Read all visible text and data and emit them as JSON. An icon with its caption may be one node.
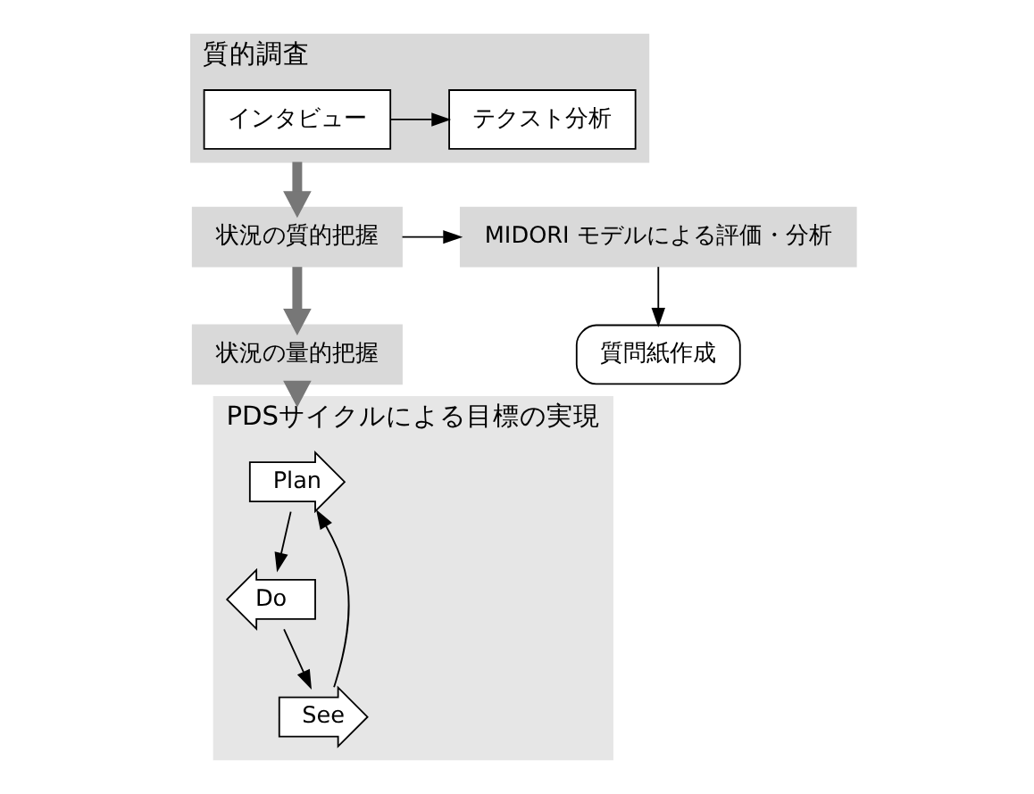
{
  "diagram": {
    "nodes": [
      {
        "text": [
          "質的調査"
        ]
      },
      {
        "text": [
          "インタビュー"
        ],
        "in": 0
      },
      {
        "text": [
          "テクスト分析"
        ],
        "in": 0
      },
      {
        "text": [
          "状況の質的把握"
        ]
      },
      {
        "text": [
          "MIDORI モデルによる評価・分析"
        ]
      },
      {
        "text": [
          "質問紙作成"
        ]
      },
      {
        "text": [
          "状況の量的把握"
        ]
      },
      {
        "text": [
          "PDSサイクルによる目標の実現"
        ]
      },
      {
        "text": [
          "Plan"
        ],
        "in": 7
      },
      {
        "text": [
          "Do"
        ],
        "in": 7
      },
      {
        "text": [
          "See"
        ],
        "in": 7
      }
    ],
    "edges": [
      {
        "from": 1,
        "to": 2,
        "arrow": "to"
      },
      {
        "from": 0,
        "to": 3,
        "arrow": "to",
        "style": "thick",
        "color": "#777777"
      },
      {
        "from": 3,
        "to": 4,
        "arrow": "to"
      },
      {
        "from": 4,
        "to": 5,
        "arrow": "to"
      },
      {
        "from": 3,
        "to": 6,
        "arrow": "to",
        "style": "thick",
        "color": "#777777"
      },
      {
        "from": 6,
        "to": 7,
        "arrow": "to",
        "style": "thick",
        "color": "#777777"
      },
      {
        "from": 8,
        "to": 9,
        "arrow": "to"
      },
      {
        "from": 9,
        "to": 10,
        "arrow": "to"
      },
      {
        "from": 10,
        "to": 8,
        "arrow": "to"
      }
    ]
  }
}
